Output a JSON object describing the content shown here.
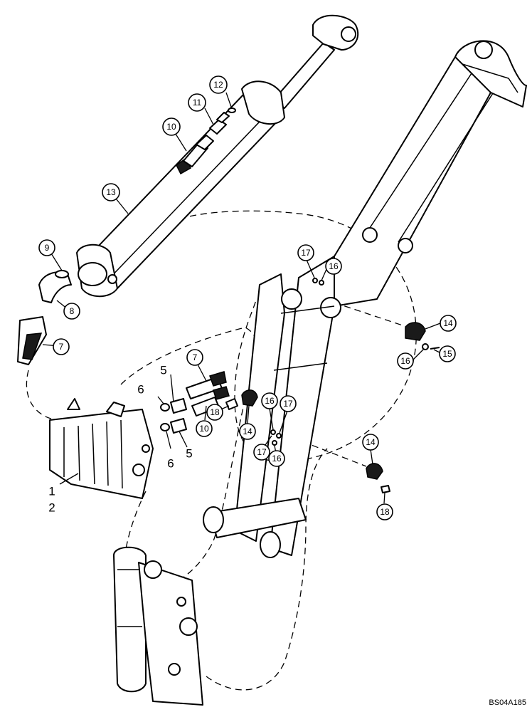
{
  "diagram": {
    "ref_code": "BS04A185",
    "callouts": [
      {
        "id": "c1",
        "label": "1"
      },
      {
        "id": "c2",
        "label": "2"
      },
      {
        "id": "c5a",
        "label": "5"
      },
      {
        "id": "c5b",
        "label": "5"
      },
      {
        "id": "c6a",
        "label": "6"
      },
      {
        "id": "c6b",
        "label": "6"
      },
      {
        "id": "c7a",
        "label": "7"
      },
      {
        "id": "c7b",
        "label": "7"
      },
      {
        "id": "c8",
        "label": "8"
      },
      {
        "id": "c9",
        "label": "9"
      },
      {
        "id": "c10a",
        "label": "10"
      },
      {
        "id": "c10b",
        "label": "10"
      },
      {
        "id": "c11",
        "label": "11"
      },
      {
        "id": "c12",
        "label": "12"
      },
      {
        "id": "c13",
        "label": "13"
      },
      {
        "id": "c14a",
        "label": "14"
      },
      {
        "id": "c14b",
        "label": "14"
      },
      {
        "id": "c14c",
        "label": "14"
      },
      {
        "id": "c15",
        "label": "15"
      },
      {
        "id": "c16a",
        "label": "16"
      },
      {
        "id": "c16b",
        "label": "16"
      },
      {
        "id": "c16c",
        "label": "16"
      },
      {
        "id": "c16d",
        "label": "16"
      },
      {
        "id": "c17a",
        "label": "17"
      },
      {
        "id": "c17b",
        "label": "17"
      },
      {
        "id": "c17c",
        "label": "17"
      },
      {
        "id": "c18a",
        "label": "18"
      },
      {
        "id": "c18b",
        "label": "18"
      }
    ]
  }
}
